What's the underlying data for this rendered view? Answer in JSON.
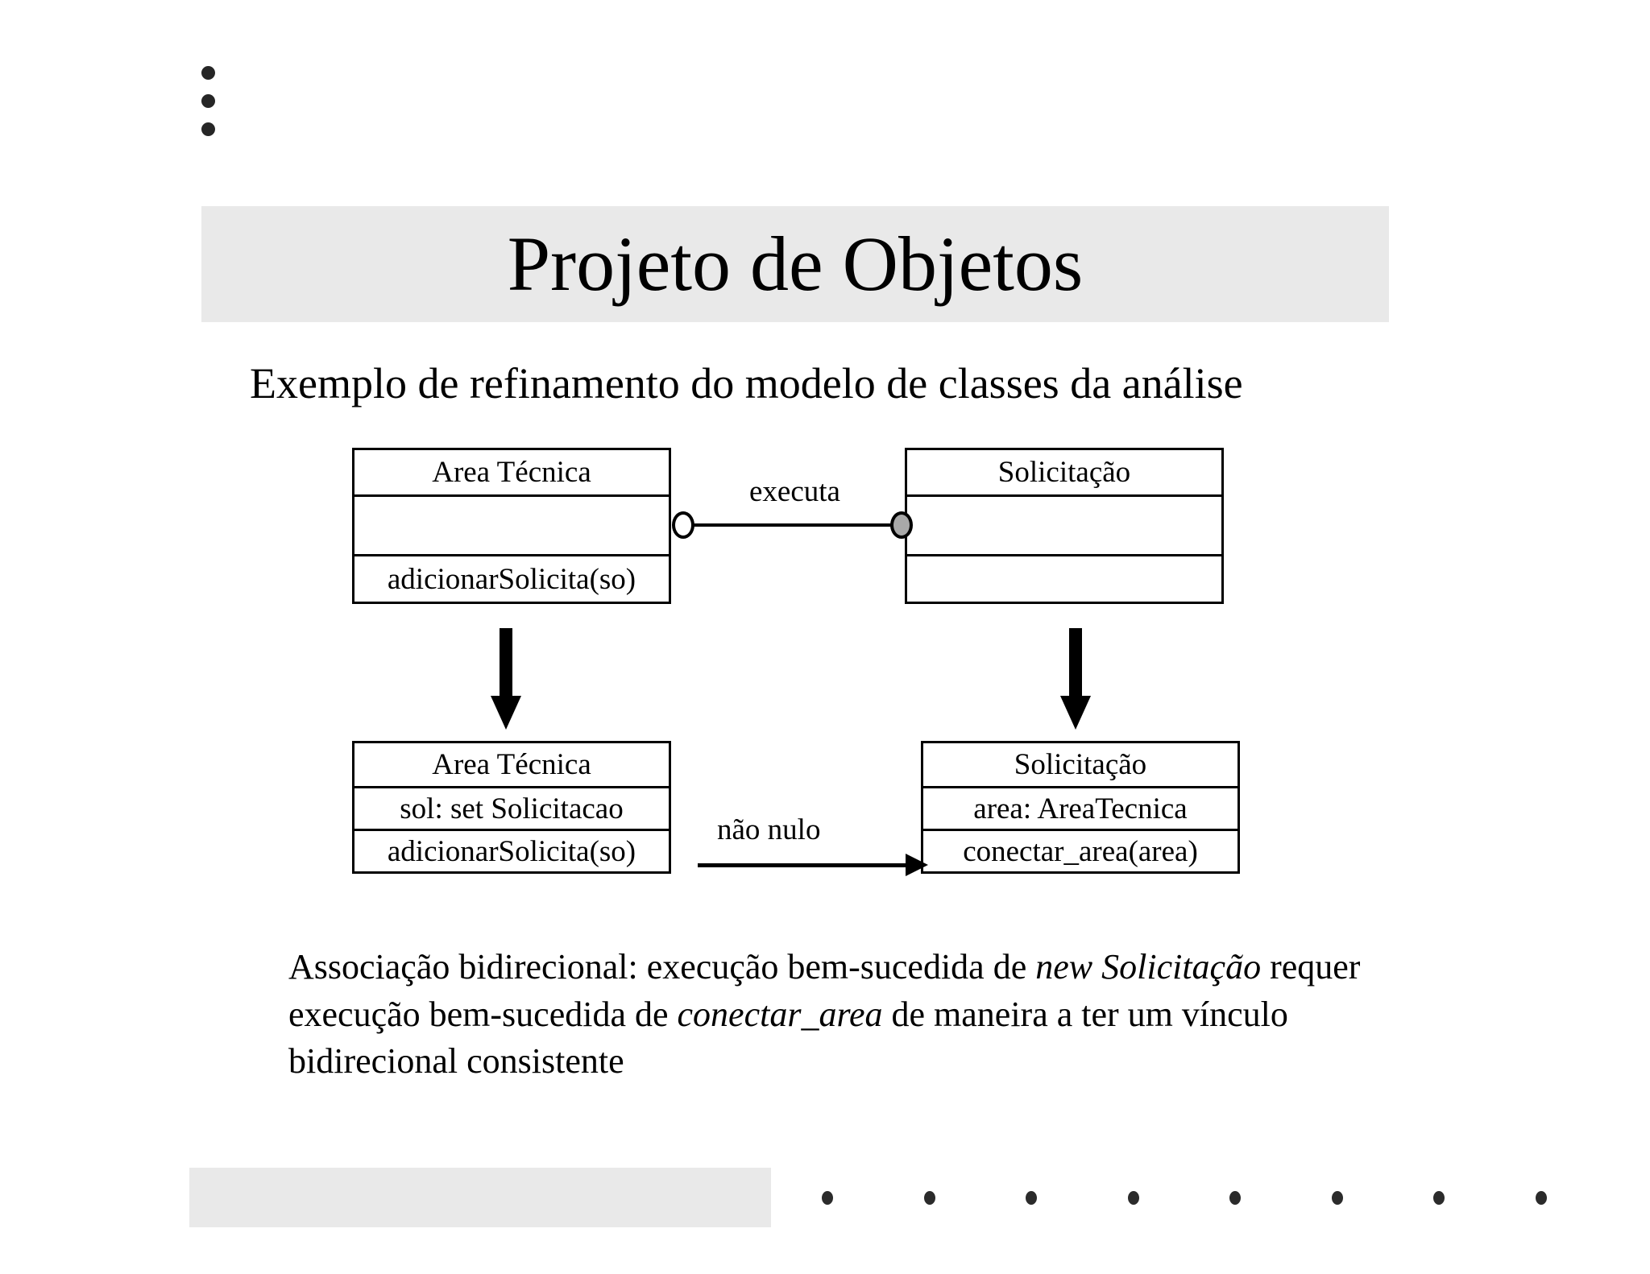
{
  "slide": {
    "title": "Projeto de Objetos",
    "subtitle": "Exemplo de refinamento do modelo de classes da análise",
    "top_bullets": [
      "•",
      "•",
      "•"
    ],
    "footer_dots_count": 8
  },
  "diagram": {
    "analysis_model": {
      "left_class": {
        "name": "Area Técnica",
        "attributes": "",
        "operations": "adicionarSolicita(so)"
      },
      "right_class": {
        "name": "Solicitação",
        "attributes": "",
        "operations": ""
      },
      "association_label": "executa",
      "association_end_left": "hollow-circle",
      "association_end_right": "filled-circle"
    },
    "design_model": {
      "left_class": {
        "name": "Area Técnica",
        "attributes": "sol: set Solicitacao",
        "operations": "adicionarSolicita(so)"
      },
      "right_class": {
        "name": "Solicitação",
        "attributes": "area: AreaTecnica",
        "operations": "conectar_area(area)"
      },
      "dependency_label": "não nulo"
    },
    "refinement_arrow_label": ""
  },
  "note": {
    "line1_a": "Associação bidirecional: execução bem-sucedida de ",
    "line1_em": "new Solicitação",
    "line1_b": " requer execução bem-sucedida de ",
    "line2_em": "conectar_area",
    "line2_b": " de maneira a ter um vínculo bidirecional consistente"
  },
  "colors": {
    "band_gray": "#e9e9e9",
    "filled_circle_gray": "#a9a9a9",
    "ink": "#000000",
    "bullet": "#262626"
  }
}
